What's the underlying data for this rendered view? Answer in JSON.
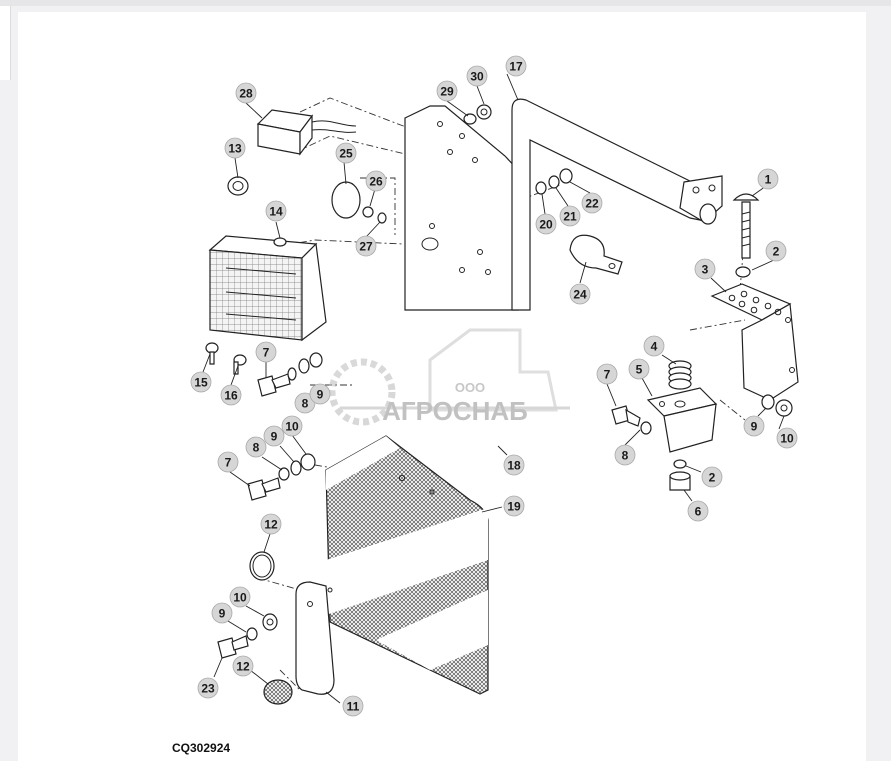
{
  "figure_code": "CQ302924",
  "watermark": {
    "line1": "ООО",
    "line2": "АГРОСНАБ"
  },
  "callouts": {
    "p28": "28",
    "p29": "29",
    "p30": "30",
    "p17": "17",
    "p13": "13",
    "p25": "25",
    "p26": "26",
    "p27": "27",
    "p14": "14",
    "p20": "20",
    "p21": "21",
    "p22": "22",
    "p1": "1",
    "p2a": "2",
    "p3": "3",
    "p24": "24",
    "p15": "15",
    "p16": "16",
    "p7a": "7",
    "p8a": "8",
    "p9a": "9",
    "p4": "4",
    "p5": "5",
    "p7b": "7",
    "p8b": "8",
    "p9b": "9",
    "p10b": "10",
    "p2b": "2",
    "p6": "6",
    "p18": "18",
    "p7c": "7",
    "p8c": "8",
    "p9c": "9",
    "p10c": "10",
    "p19": "19",
    "p12a": "12",
    "p9d": "9",
    "p10d": "10",
    "p23": "23",
    "p12b": "12",
    "p11": "11"
  }
}
